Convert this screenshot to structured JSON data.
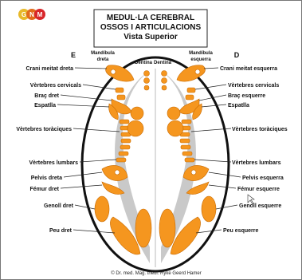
{
  "logo": {
    "letters": [
      "G",
      "N",
      "M"
    ],
    "colors": [
      "#e8b92a",
      "#e26a1b",
      "#d8262a"
    ]
  },
  "title": {
    "line1": "MEDUL·LA CEREBRAL",
    "line2": "OSSOS I ARTICULACIONS",
    "line3": "Vista Superior"
  },
  "sides": {
    "left": "E",
    "right": "D"
  },
  "small_labels": {
    "mandibula_dreta_1": "Mandíbula",
    "mandibula_dreta_2": "dreta",
    "mandibula_esquerra_1": "Mandíbula",
    "mandibula_esquerra_2": "esquerra",
    "dentina_left": "Dentina",
    "dentina_right": "Dentina"
  },
  "left_labels": {
    "crani": "Crani meitat dreta",
    "cervicals": "Vèrtebres cervicals",
    "brac": "Braç dret",
    "espatlla": "Espatlla",
    "toraciques": "Vèrtebres toràciques",
    "lumbars": "Vèrtebres lumbars",
    "pelvis": "Pelvis dreta",
    "femur": "Fémur dret",
    "genoll": "Genoll dret",
    "peu": "Peu dret"
  },
  "right_labels": {
    "crani": "Crani meitat esquerra",
    "cervicals": "Vèrtebres cervicals",
    "brac": "Braç esquerre",
    "espatlla": "Espatlla",
    "toraciques": "Vèrtebres toràciques",
    "lumbars": "Vèrtebres lumbars",
    "pelvis": "Pelvis esquerra",
    "femur": "Fémur esquerre",
    "genoll": "Genoll esquerre",
    "peu": "Peu esquerre"
  },
  "footer": "© Dr. med. Mag. theol. Ryke Geerd Hamer",
  "colors": {
    "bone": "#f5961f",
    "bone_dark": "#c86a00",
    "gray": "#c9c9c9",
    "outline": "#111111"
  }
}
